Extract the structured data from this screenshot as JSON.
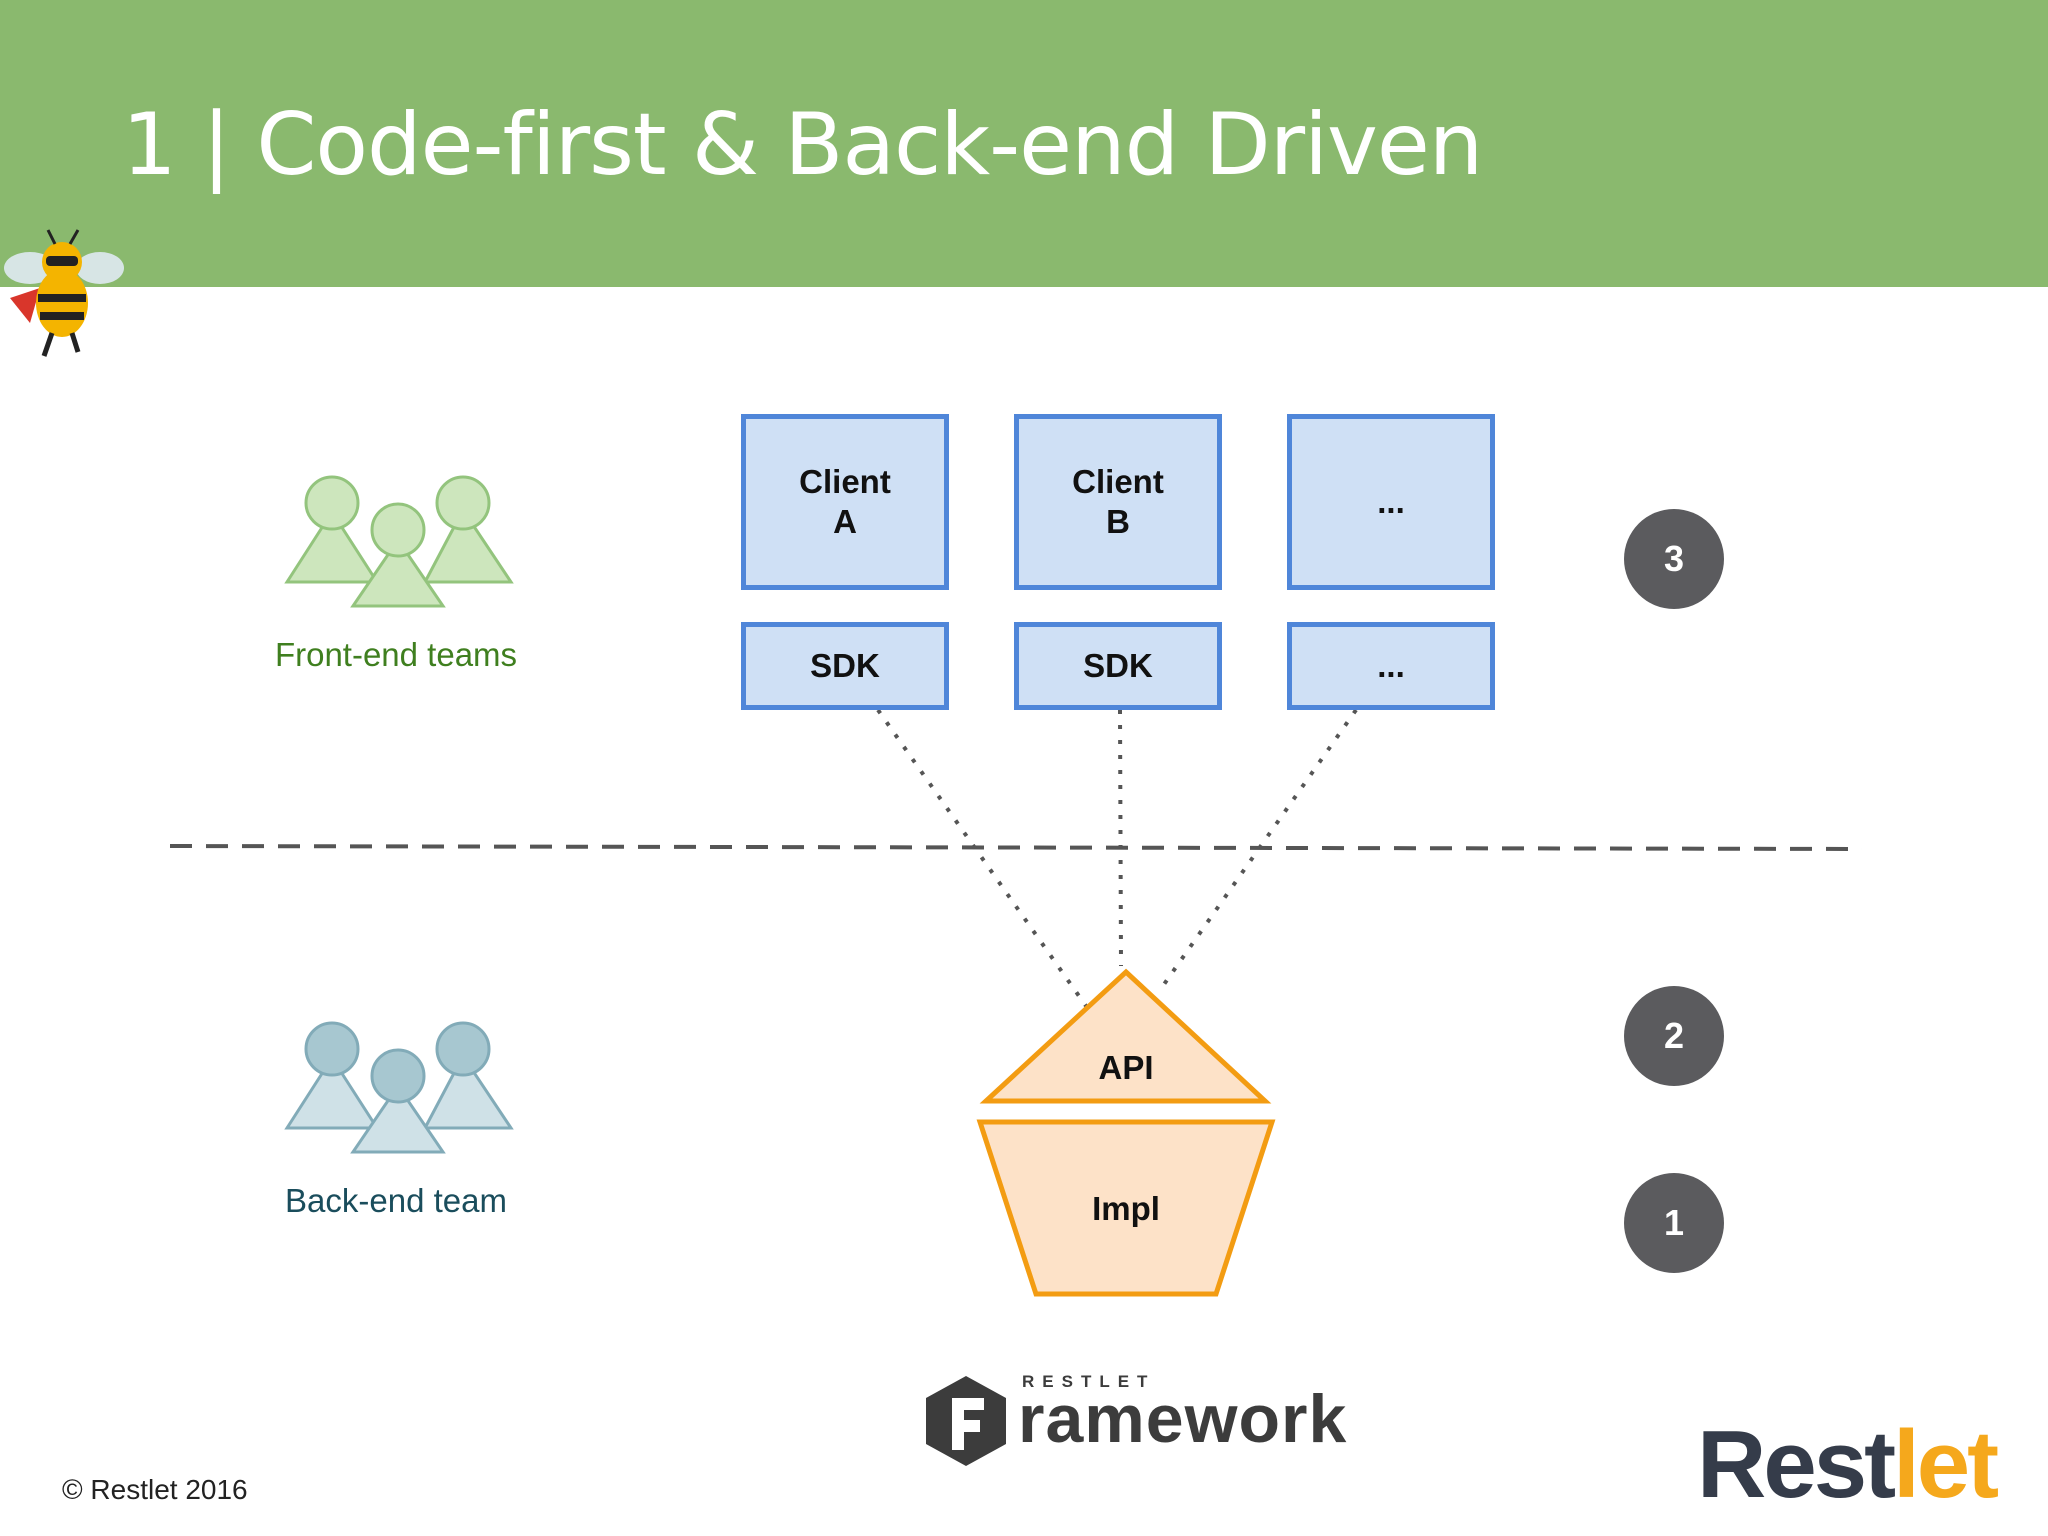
{
  "header": {
    "title": "1 | Code-first & Back-end Driven"
  },
  "teams": {
    "front_label": "Front-end teams",
    "back_label": "Back-end team"
  },
  "clients": [
    {
      "label": "Client\nA"
    },
    {
      "label": "Client\nB"
    },
    {
      "label": "..."
    }
  ],
  "sdks": [
    {
      "label": "SDK"
    },
    {
      "label": "SDK"
    },
    {
      "label": "..."
    }
  ],
  "api": {
    "label": "API"
  },
  "impl": {
    "label": "Impl"
  },
  "steps": [
    "3",
    "2",
    "1"
  ],
  "framework_logo": {
    "small": "RESTLET",
    "big": "ramework"
  },
  "brand_logo": {
    "part1": "Rest",
    "part2": "let"
  },
  "footer": {
    "copyright": "© Restlet 2016"
  },
  "colors": {
    "header_bg": "#8ab96e",
    "box_fill": "#cfe0f5",
    "box_border": "#4f86d9",
    "api_fill": "#fde2c8",
    "api_border": "#f39c12",
    "step_circle": "#5b5b5e",
    "front_team": "#a9d18e",
    "back_team": "#a7c7d0"
  }
}
